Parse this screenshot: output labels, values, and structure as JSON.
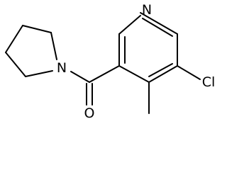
{
  "molecule": {
    "atoms": {
      "pyridine_n": "N",
      "amide_n": "N",
      "carbonyl_o": "O",
      "chlorine": "Cl"
    }
  }
}
